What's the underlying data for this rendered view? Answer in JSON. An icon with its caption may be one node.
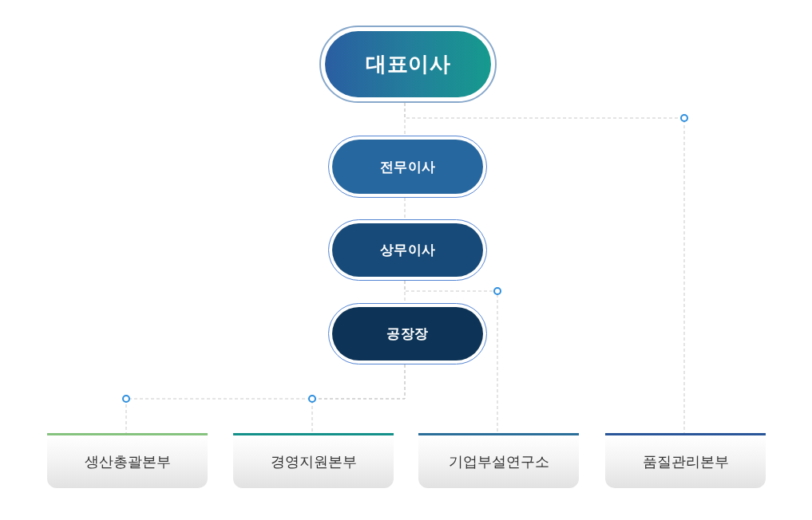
{
  "diagram": {
    "nodes": [
      {
        "text": [
          "대표이사"
        ]
      },
      {
        "text": [
          "전무이사"
        ]
      },
      {
        "text": [
          "상무이사"
        ]
      },
      {
        "text": [
          "공장장"
        ]
      },
      {
        "text": [
          "생산총괄본부"
        ]
      },
      {
        "text": [
          "경영지원본부"
        ]
      },
      {
        "text": [
          "기업부설연구소"
        ]
      },
      {
        "text": [
          "품질관리본부"
        ]
      }
    ],
    "edges": [
      {
        "from": 0,
        "to": 1,
        "arrow": "none",
        "style": "dashed"
      },
      {
        "from": 1,
        "to": 2,
        "arrow": "none",
        "style": "dashed"
      },
      {
        "from": 2,
        "to": 3,
        "arrow": "none",
        "style": "dashed"
      },
      {
        "from": 3,
        "to": 4,
        "arrow": "none",
        "style": "dashed"
      },
      {
        "from": 3,
        "to": 5,
        "arrow": "none",
        "style": "dashed"
      },
      {
        "from": 2,
        "to": 6,
        "arrow": "none",
        "style": "dashed"
      },
      {
        "from": 0,
        "to": 7,
        "arrow": "none",
        "style": "dashed"
      }
    ]
  }
}
